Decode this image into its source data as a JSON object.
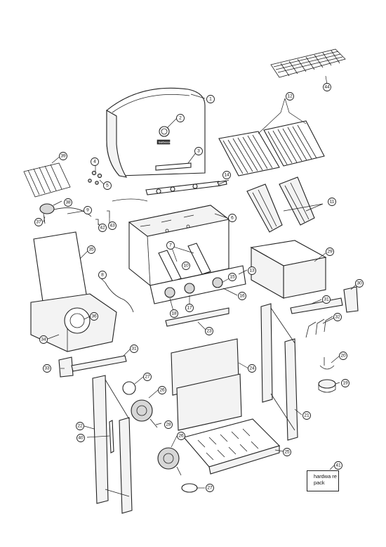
{
  "logo_text": "barbecook",
  "hardware_box": {
    "line1": "hardwa re",
    "line2": "pack"
  },
  "callouts": [
    {
      "id": "c1",
      "label": "1"
    },
    {
      "id": "c2",
      "label": "2"
    },
    {
      "id": "c3",
      "label": "3"
    },
    {
      "id": "c4",
      "label": "4"
    },
    {
      "id": "c5",
      "label": "5"
    },
    {
      "id": "c6",
      "label": "6"
    },
    {
      "id": "c7",
      "label": "7"
    },
    {
      "id": "c8",
      "label": "8"
    },
    {
      "id": "c9",
      "label": "9"
    },
    {
      "id": "c10",
      "label": "10"
    },
    {
      "id": "c11",
      "label": "11"
    },
    {
      "id": "c12",
      "label": "12"
    },
    {
      "id": "c13",
      "label": "13"
    },
    {
      "id": "c14",
      "label": "14"
    },
    {
      "id": "c15",
      "label": "15"
    },
    {
      "id": "c16",
      "label": "16"
    },
    {
      "id": "c17",
      "label": "17"
    },
    {
      "id": "c18",
      "label": "18"
    },
    {
      "id": "c19",
      "label": "19"
    },
    {
      "id": "c20",
      "label": "20"
    },
    {
      "id": "c21",
      "label": "21"
    },
    {
      "id": "c22",
      "label": "22"
    },
    {
      "id": "c23",
      "label": "23"
    },
    {
      "id": "c24",
      "label": "24"
    },
    {
      "id": "c25",
      "label": "25"
    },
    {
      "id": "c26a",
      "label": "26"
    },
    {
      "id": "c26b",
      "label": "26"
    },
    {
      "id": "c27a",
      "label": "27"
    },
    {
      "id": "c27b",
      "label": "27"
    },
    {
      "id": "c28",
      "label": "28"
    },
    {
      "id": "c29",
      "label": "29"
    },
    {
      "id": "c30",
      "label": "30"
    },
    {
      "id": "c31a",
      "label": "31"
    },
    {
      "id": "c31b",
      "label": "31"
    },
    {
      "id": "c32",
      "label": "32"
    },
    {
      "id": "c33",
      "label": "33"
    },
    {
      "id": "c34",
      "label": "34"
    },
    {
      "id": "c35",
      "label": "35"
    },
    {
      "id": "c36",
      "label": "36"
    },
    {
      "id": "c37",
      "label": "37"
    },
    {
      "id": "c38",
      "label": "38"
    },
    {
      "id": "c39",
      "label": "39"
    },
    {
      "id": "c40",
      "label": "40"
    },
    {
      "id": "c41",
      "label": "41"
    },
    {
      "id": "c42",
      "label": "42"
    },
    {
      "id": "c43",
      "label": "43"
    },
    {
      "id": "c44",
      "label": "44"
    }
  ]
}
